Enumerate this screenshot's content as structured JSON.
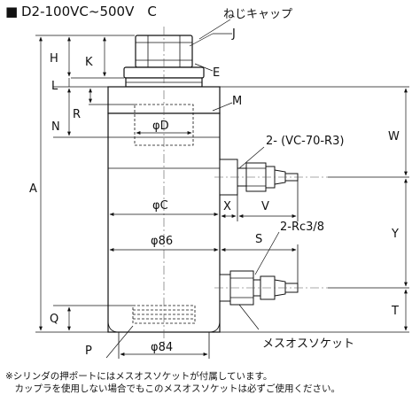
{
  "title": {
    "marker": "■",
    "text": "D2-100VC~500V　C"
  },
  "callouts": {
    "neji_cap": "ねじキャップ",
    "J": "J",
    "E": "E",
    "M": "M",
    "vc_port": "2- (VC-70-R3)",
    "rc_port": "2-Rc3/8",
    "female_socket": "メスオスソケット",
    "P": "P"
  },
  "dimensions": {
    "H": "H",
    "K": "K",
    "L": "L",
    "R": "R",
    "N": "N",
    "A": "A",
    "Q": "Q",
    "W": "W",
    "Y": "Y",
    "T": "T",
    "X": "X",
    "V": "V",
    "S": "S",
    "phiD": "φD",
    "phiC": "φC",
    "phi86": "φ86",
    "phi84": "φ84"
  },
  "notes": [
    "※シリンダの押ポートにはメスオスソケットが付属しています。",
    "　カップラを使用しない場合でもこのメスオスソケットは必ずご使用ください。"
  ]
}
